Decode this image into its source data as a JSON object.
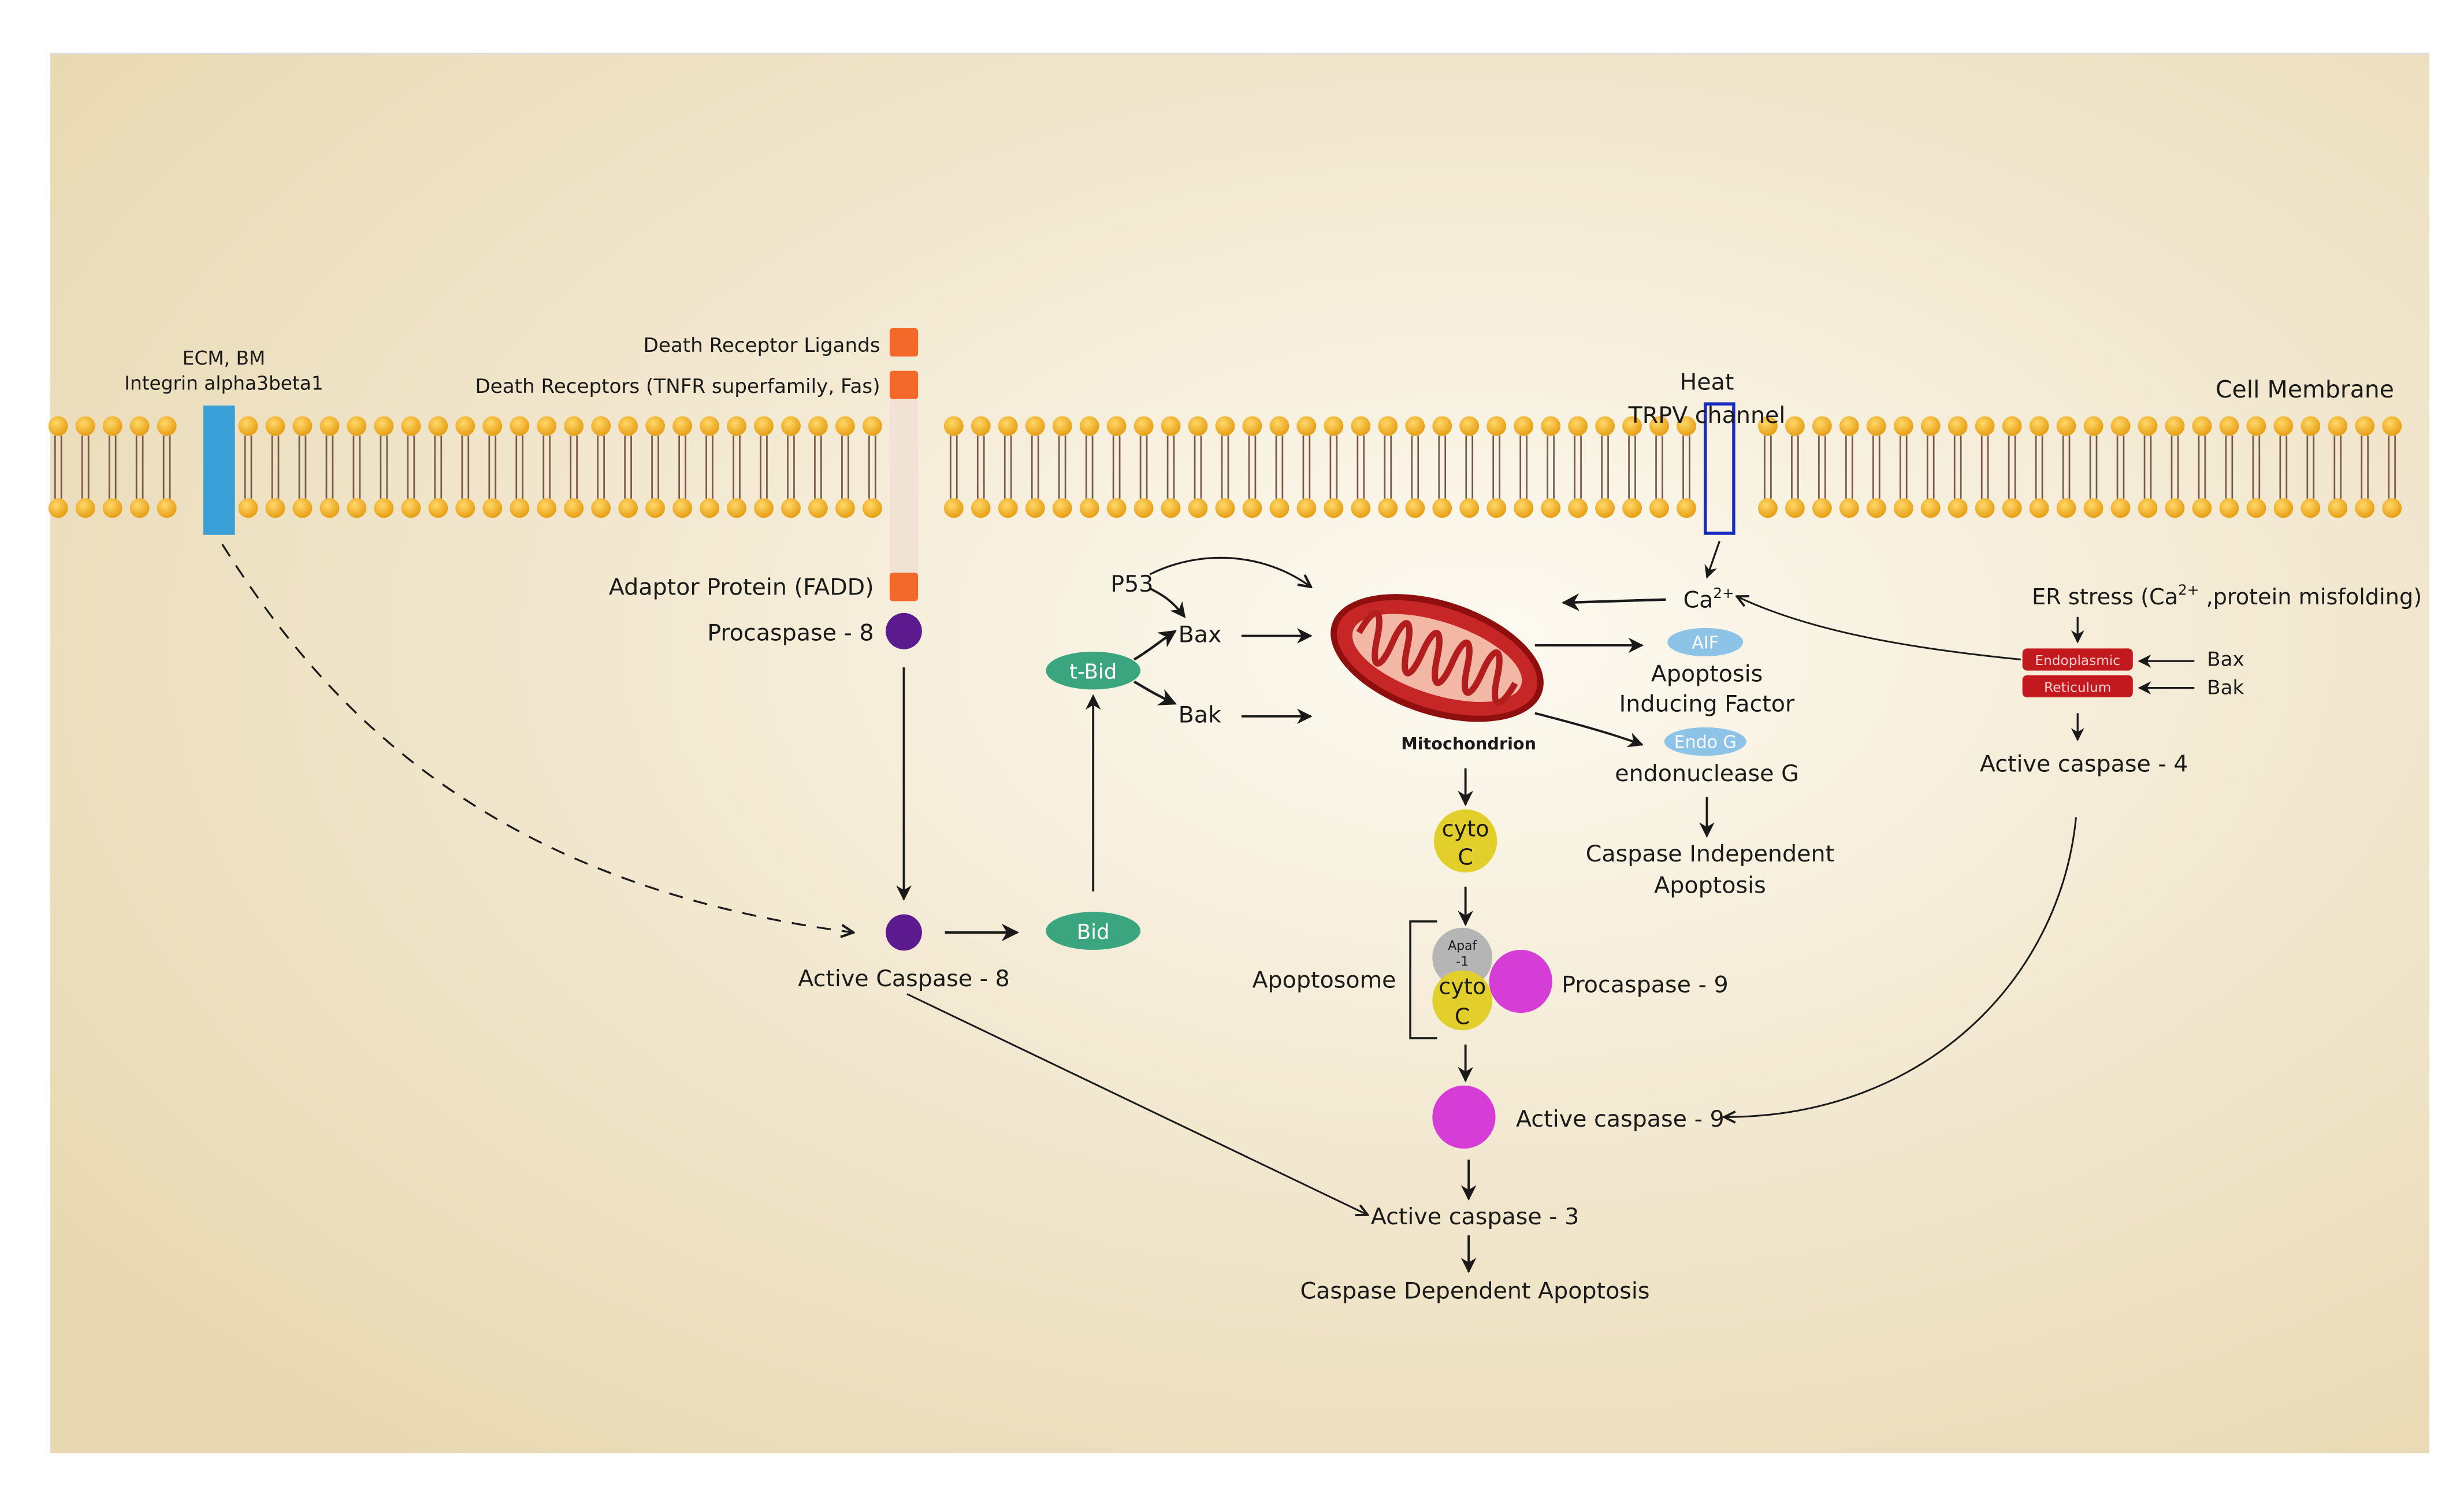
{
  "diagram": {
    "membrane_label": "Cell Membrane",
    "ecm_label": "ECM, BM",
    "integrin_label": "Integrin alpha3beta1",
    "death_receptor_ligands": "Death Receptor Ligands",
    "death_receptors": "Death Receptors (TNFR superfamily, Fas)",
    "adaptor_protein": "Adaptor Protein (FADD)",
    "procaspase8": "Procaspase - 8",
    "active_caspase8": "Active Caspase - 8",
    "tbid": "t-Bid",
    "bid": "Bid",
    "p53": "P53",
    "bax": "Bax",
    "bak": "Bak",
    "mitochondrion": "Mitochondrion",
    "heat": "Heat",
    "trpv": "TRPV channel",
    "ca_base": "Ca",
    "ca_sup": "2+",
    "aif_badge": "AIF",
    "aif_line1": "Apoptosis",
    "aif_line2": "Inducing Factor",
    "endog_badge": "Endo G",
    "endog_label": "endonuclease G",
    "ci_line1": "Caspase Independent",
    "ci_line2": "Apoptosis",
    "cyto1": "cyto",
    "cyto2": "C",
    "apaf1": "Apaf",
    "apaf2": "-1",
    "apoptosome": "Apoptosome",
    "procaspase9": "Procaspase - 9",
    "active_caspase9": "Active caspase - 9",
    "active_caspase3": "Active caspase - 3",
    "cd_apoptosis": "Caspase Dependent Apoptosis",
    "er_stress_a": "ER stress (Ca",
    "er_stress_sup": "2+",
    "er_stress_b": " ,protein misfolding)",
    "er1": "Endoplasmic",
    "er2": "Reticulum",
    "er_bax": "Bax",
    "er_bak": "Bak",
    "active_caspase4": "Active caspase - 4"
  },
  "colors": {
    "lipid_head": "#f5b21b",
    "integrin": "#3a9fd6",
    "receptor": "#f2692a",
    "caspase8": "#5b1b8e",
    "bid": "#3aa57f",
    "mito": "#b81d1d",
    "cytoc": "#e3cf2b",
    "caspase9": "#d63dd6",
    "aif": "#8ec3e8",
    "er": "#c2191f",
    "trpv": "#1a2cc0"
  }
}
